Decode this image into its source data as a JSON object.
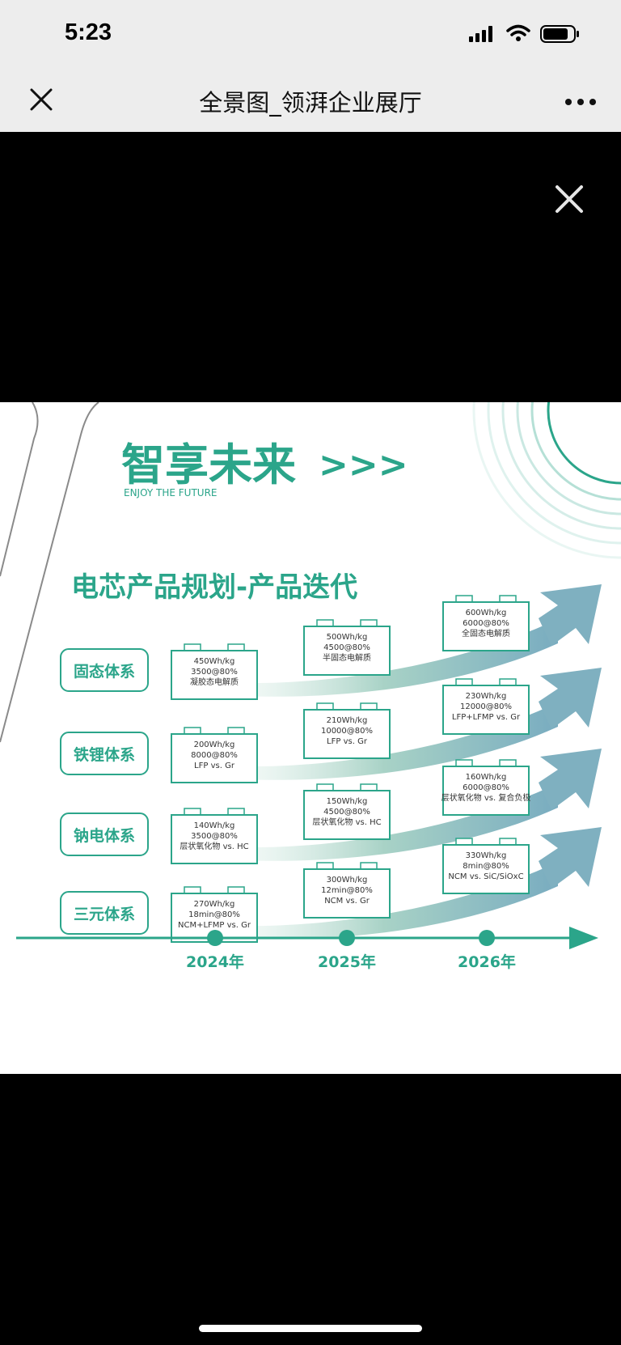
{
  "status_bar": {
    "time": "5:23"
  },
  "nav_bar": {
    "title": "全景图_领湃企业展厅"
  },
  "poster": {
    "headline": "智享未来",
    "headline_arrows": ">>>",
    "tagline": "ENJOY THE FUTURE",
    "section_title": "电芯产品规划-产品迭代",
    "years": [
      "2024年",
      "2025年",
      "2026年"
    ],
    "rows": [
      {
        "label": "固态体系",
        "cells": [
          [
            "450Wh/kg",
            "3500@80%",
            "凝胶态电解质"
          ],
          [
            "500Wh/kg",
            "4500@80%",
            "半固态电解质"
          ],
          [
            "600Wh/kg",
            "6000@80%",
            "全固态电解质"
          ]
        ]
      },
      {
        "label": "铁锂体系",
        "cells": [
          [
            "200Wh/kg",
            "8000@80%",
            "LFP vs. Gr"
          ],
          [
            "210Wh/kg",
            "10000@80%",
            "LFP vs. Gr"
          ],
          [
            "230Wh/kg",
            "12000@80%",
            "LFP+LFMP vs. Gr"
          ]
        ]
      },
      {
        "label": "钠电体系",
        "cells": [
          [
            "140Wh/kg",
            "3500@80%",
            "层状氧化物 vs. HC"
          ],
          [
            "150Wh/kg",
            "4500@80%",
            "层状氧化物 vs. HC"
          ],
          [
            "160Wh/kg",
            "6000@80%",
            "层状氧化物 vs. 复合负极"
          ]
        ]
      },
      {
        "label": "三元体系",
        "cells": [
          [
            "270Wh/kg",
            "18min@80%",
            "NCM+LFMP vs. Gr"
          ],
          [
            "300Wh/kg",
            "12min@80%",
            "NCM vs. Gr"
          ],
          [
            "330Wh/kg",
            "8min@80%",
            "NCM vs. SiC/SiOxC"
          ]
        ]
      }
    ]
  },
  "colors": {
    "accent": "#2ba58a",
    "arrow": "#7fb0c0",
    "ui_bg": "#ededed"
  }
}
